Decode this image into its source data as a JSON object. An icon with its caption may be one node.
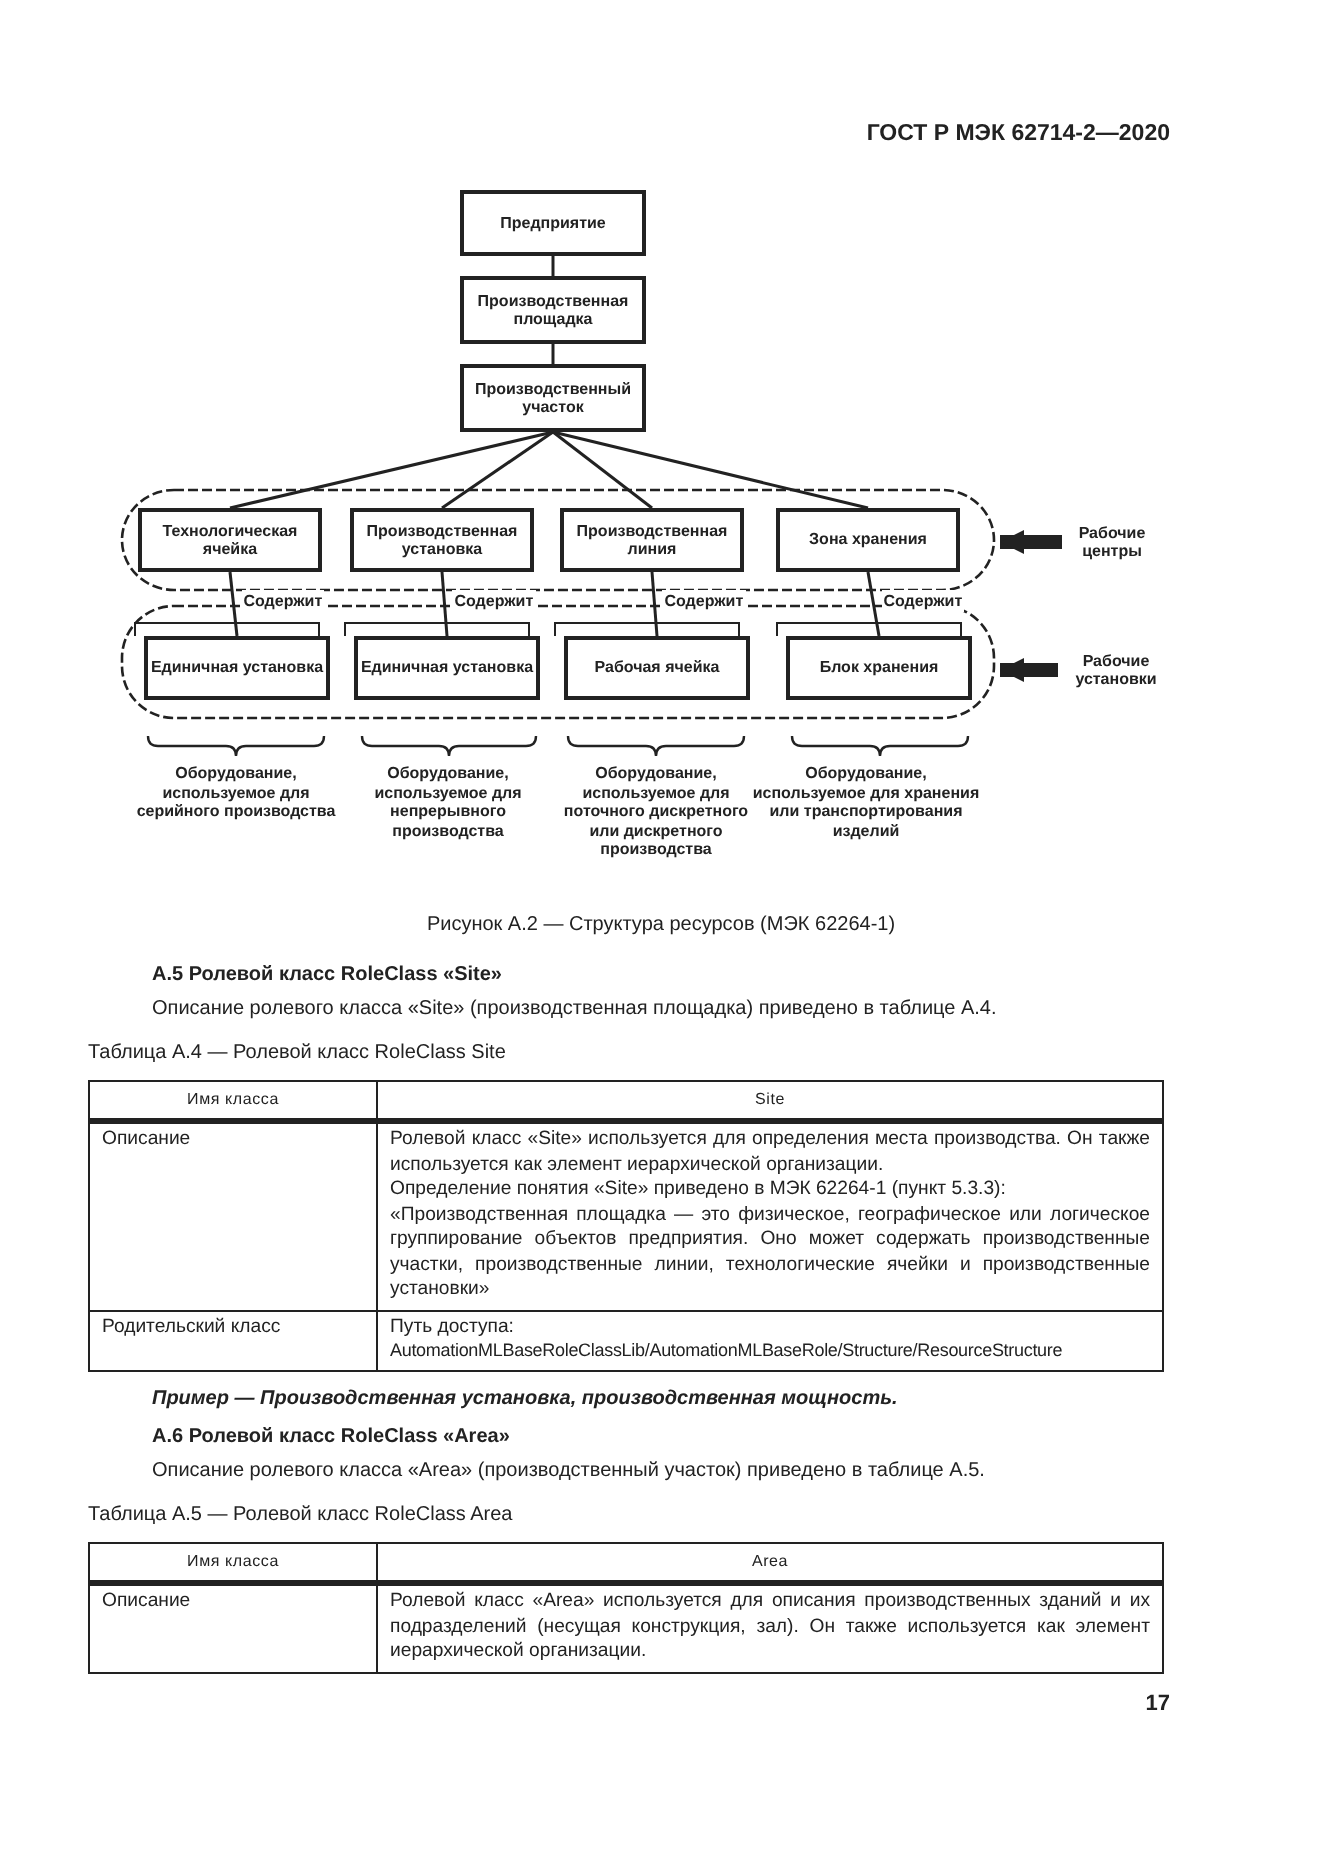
{
  "diagram": {
    "caption": "Рисунок А.2 — Структура ресурсов (МЭК 62264-1)",
    "nodes": [
      {
        "text": [
          "Предприятие"
        ]
      },
      {
        "text": [
          "Производственная площадка"
        ]
      },
      {
        "text": [
          "Производственный участок"
        ]
      },
      {
        "text": [],
        "shape": "band"
      },
      {
        "text": [
          "Технологическая ячейка"
        ],
        "in": 3
      },
      {
        "text": [
          "Производственная установка"
        ],
        "in": 3
      },
      {
        "text": [
          "Производственная линия"
        ],
        "in": 3
      },
      {
        "text": [
          "Зона хранения"
        ],
        "in": 3
      },
      {
        "text": [
          "Рабочие центры"
        ]
      },
      {
        "text": [],
        "shape": "band"
      },
      {
        "text": [],
        "shape": "box",
        "in": 9
      },
      {
        "text": [
          "Единичная установка"
        ],
        "in": 9
      },
      {
        "text": [],
        "shape": "box",
        "in": 9
      },
      {
        "text": [
          "Единичная установка"
        ],
        "in": 9
      },
      {
        "text": [],
        "shape": "box",
        "in": 9
      },
      {
        "text": [
          "Рабочая ячейка"
        ],
        "in": 9
      },
      {
        "text": [],
        "shape": "box",
        "in": 9
      },
      {
        "text": [
          "Блок хранения"
        ],
        "in": 9
      },
      {
        "text": [
          "Рабочие установки"
        ]
      }
    ],
    "edges": [
      {
        "from": 0,
        "to": 1,
        "arrow": "none"
      },
      {
        "from": 1,
        "to": 2,
        "arrow": "none"
      },
      {
        "from": 2,
        "to": 4,
        "arrow": "none"
      },
      {
        "from": 2,
        "to": 5,
        "arrow": "none"
      },
      {
        "from": 2,
        "to": 6,
        "arrow": "none"
      },
      {
        "from": 2,
        "to": 7,
        "arrow": "none"
      },
      {
        "from": 4,
        "to": 11,
        "arrow": "none",
        "label": "Содержит"
      },
      {
        "from": 5,
        "to": 13,
        "arrow": "none",
        "label": "Содержит"
      },
      {
        "from": 6,
        "to": 15,
        "arrow": "none",
        "label": "Содержит"
      },
      {
        "from": 7,
        "to": 17,
        "arrow": "none",
        "label": "Содержит"
      },
      {
        "from": 8,
        "to": 3,
        "arrow": "to",
        "style": "thick"
      },
      {
        "from": 18,
        "to": 9,
        "arrow": "to",
        "style": "thick"
      }
    ],
    "labels": [
      "ГОСТ Р МЭК 62714-2—2020",
      "Оборудование, используемое для серийного производства",
      "Оборудование, используемое для непрерывного производства",
      "Оборудование, используемое для поточного дискретного или дискретного производства",
      "Оборудование, используемое для хранения или транспортирования изделий",
      "А.5 Ролевой класс RoleClass «Site»",
      "Описание ролевого класса «Site» (производственная площадка) приведено в таблице А.4.",
      "Таблица А.4 — Ролевой класс RoleClass Site",
      "Имя класса",
      "Site",
      "Описание",
      "Ролевой класс «Site» используется для определения места производства. Он также используется как элемент иерархической организации.",
      "Определение понятия «Site» приведено в МЭК 62264-1 (пункт 5.3.3):",
      "«Производственная площадка — это физическое, географическое или логическое группирование объектов предприятия. Оно может содержать производственные участки, производственные линии, технологические ячейки и производственные установки»",
      "Родительский класс",
      "Путь доступа:",
      "AutomationMLBaseRoleClassLib/AutomationMLBaseRole/Structure/ResourceStructure",
      "Пример — Производственная установка, производственная мощность.",
      "А.6 Ролевой класс RoleClass «Area»",
      "Описание ролевого класса «Area» (производственный участок) приведено в таблице А.5.",
      "Таблица А.5 — Ролевой класс RoleClass Area",
      "Имя класса",
      "Area",
      "Описание",
      "Ролевой класс «Area» используется для описания производственных зданий и их подразделений (несущая конструкция, зал). Он также используется как элемент иерархической организации.",
      "17"
    ]
  }
}
